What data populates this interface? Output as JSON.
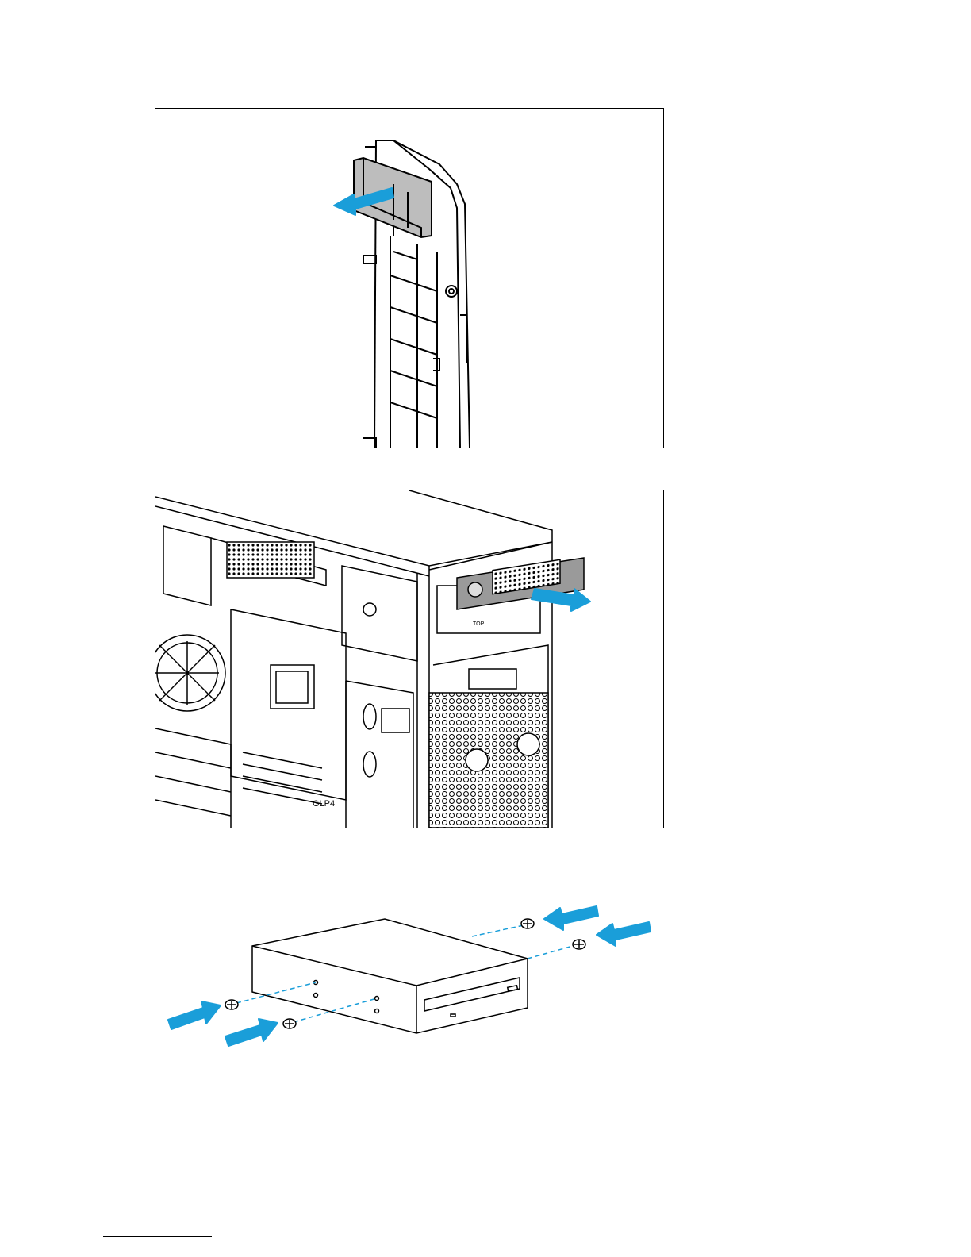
{
  "page": {
    "background": "#ffffff"
  },
  "colors": {
    "arrow": "#1a9ed9",
    "line": "#000000",
    "bezel_gray": "#b8b8b8",
    "dashed": "#1a9ed9"
  },
  "figures": [
    {
      "id": "remove-bezel-blank",
      "icon": "bezel-blank-removal-illustration"
    },
    {
      "id": "remove-bay-cover",
      "icon": "chassis-bay-cover-illustration",
      "labels": {
        "slot": "GLP4",
        "top_mark": "TOP"
      }
    },
    {
      "id": "install-screws",
      "icon": "optical-drive-screws-illustration"
    }
  ]
}
